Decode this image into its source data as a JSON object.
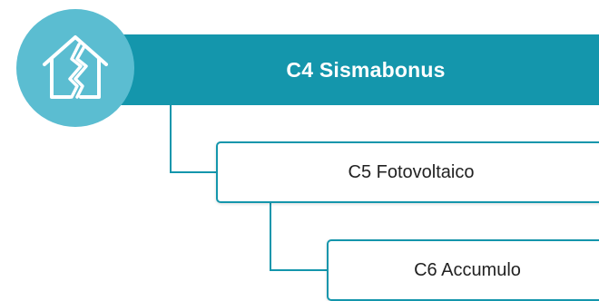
{
  "colors": {
    "primary": "#1496ac",
    "icon_circle": "#5bbdd1",
    "box_border": "#1496ac",
    "connector": "#1496ac"
  },
  "header": {
    "icon": "cracked-house-icon",
    "label": "C4 Sismabonus"
  },
  "items": [
    {
      "label": "C5 Fotovoltaico"
    },
    {
      "label": "C6 Accumulo"
    }
  ]
}
